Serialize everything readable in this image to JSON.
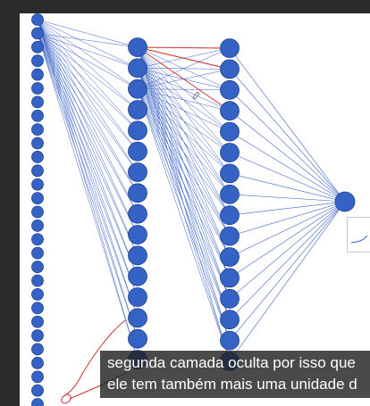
{
  "colors": {
    "background": "#2b2b2d",
    "canvas": "#ffffff",
    "neuron_fill": "#3563c5",
    "neuron_stroke": "#1e3f8f",
    "connection": "#3a62c4",
    "annotation_ink": "#d0312d",
    "caption_background": "#222222",
    "caption_text": "#ffffff"
  },
  "network": {
    "layers": [
      {
        "name": "input-layer",
        "neurons": 29
      },
      {
        "name": "hidden-layer-1",
        "neurons": 16
      },
      {
        "name": "hidden-layer-2",
        "neurons": 16
      },
      {
        "name": "output-layer",
        "neurons": 1
      }
    ]
  },
  "subtitle": {
    "line1": "segunda camada oculta por isso que",
    "line2": "ele tem também mais uma unidade d"
  }
}
